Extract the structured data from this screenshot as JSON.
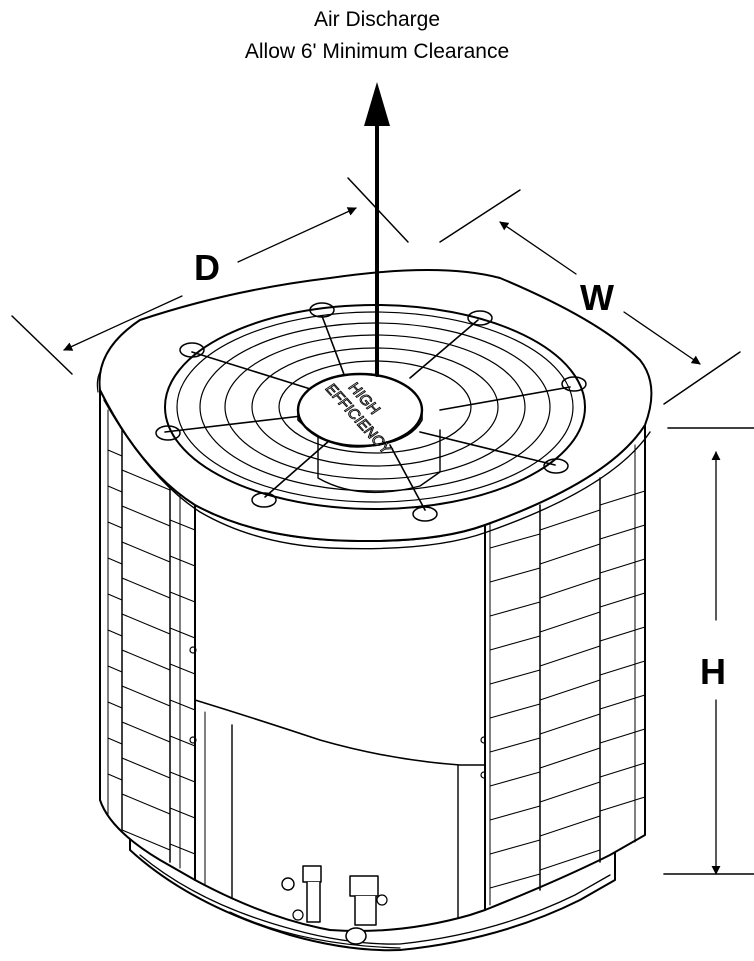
{
  "caption": {
    "line1": "Air Discharge",
    "line2": "Allow 6' Minimum Clearance"
  },
  "dimensions": {
    "depth_label": "D",
    "width_label": "W",
    "height_label": "H"
  },
  "unit": {
    "badge_line1": "HIGH",
    "badge_line2": "EFFICIENCY"
  },
  "colors": {
    "line": "#000000",
    "background": "#ffffff"
  }
}
